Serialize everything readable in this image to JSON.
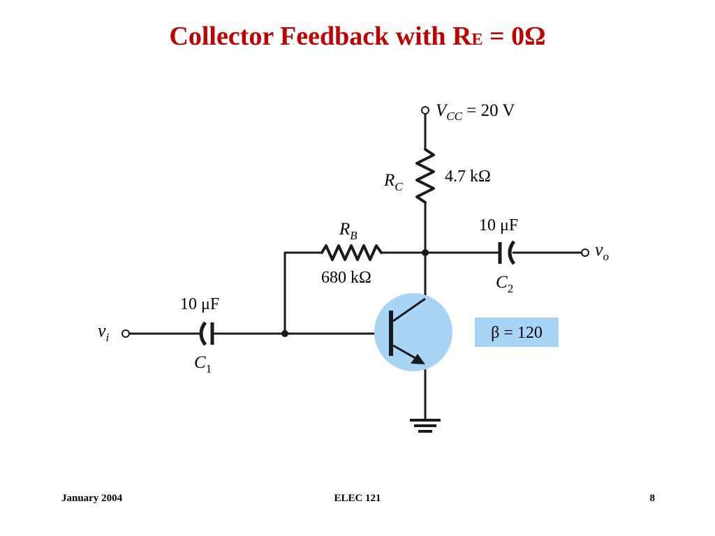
{
  "slide": {
    "title_main": "Collector Feedback with R",
    "title_sub": "E",
    "title_tail": " = 0Ω"
  },
  "circuit": {
    "vcc": {
      "symbol": "V",
      "sub": "CC",
      "value": " = 20 V"
    },
    "rc": {
      "symbol": "R",
      "sub": "C",
      "value": "4.7 kΩ"
    },
    "rb": {
      "symbol": "R",
      "sub": "B",
      "value": "680 kΩ"
    },
    "c1": {
      "symbol": "C",
      "sub": "1",
      "value": "10 μF"
    },
    "c2": {
      "symbol": "C",
      "sub": "2",
      "value": "10 μF"
    },
    "vi": {
      "symbol": "v",
      "sub": "i"
    },
    "vo": {
      "symbol": "v",
      "sub": "o"
    },
    "beta": "β = 120",
    "colors": {
      "wire": "#1a1a1a",
      "transistor_fill": "#a8d4f5",
      "beta_box": "#a8d4f5"
    }
  },
  "footer": {
    "date": "January 2004",
    "course": "ELEC 121",
    "page": "8"
  }
}
